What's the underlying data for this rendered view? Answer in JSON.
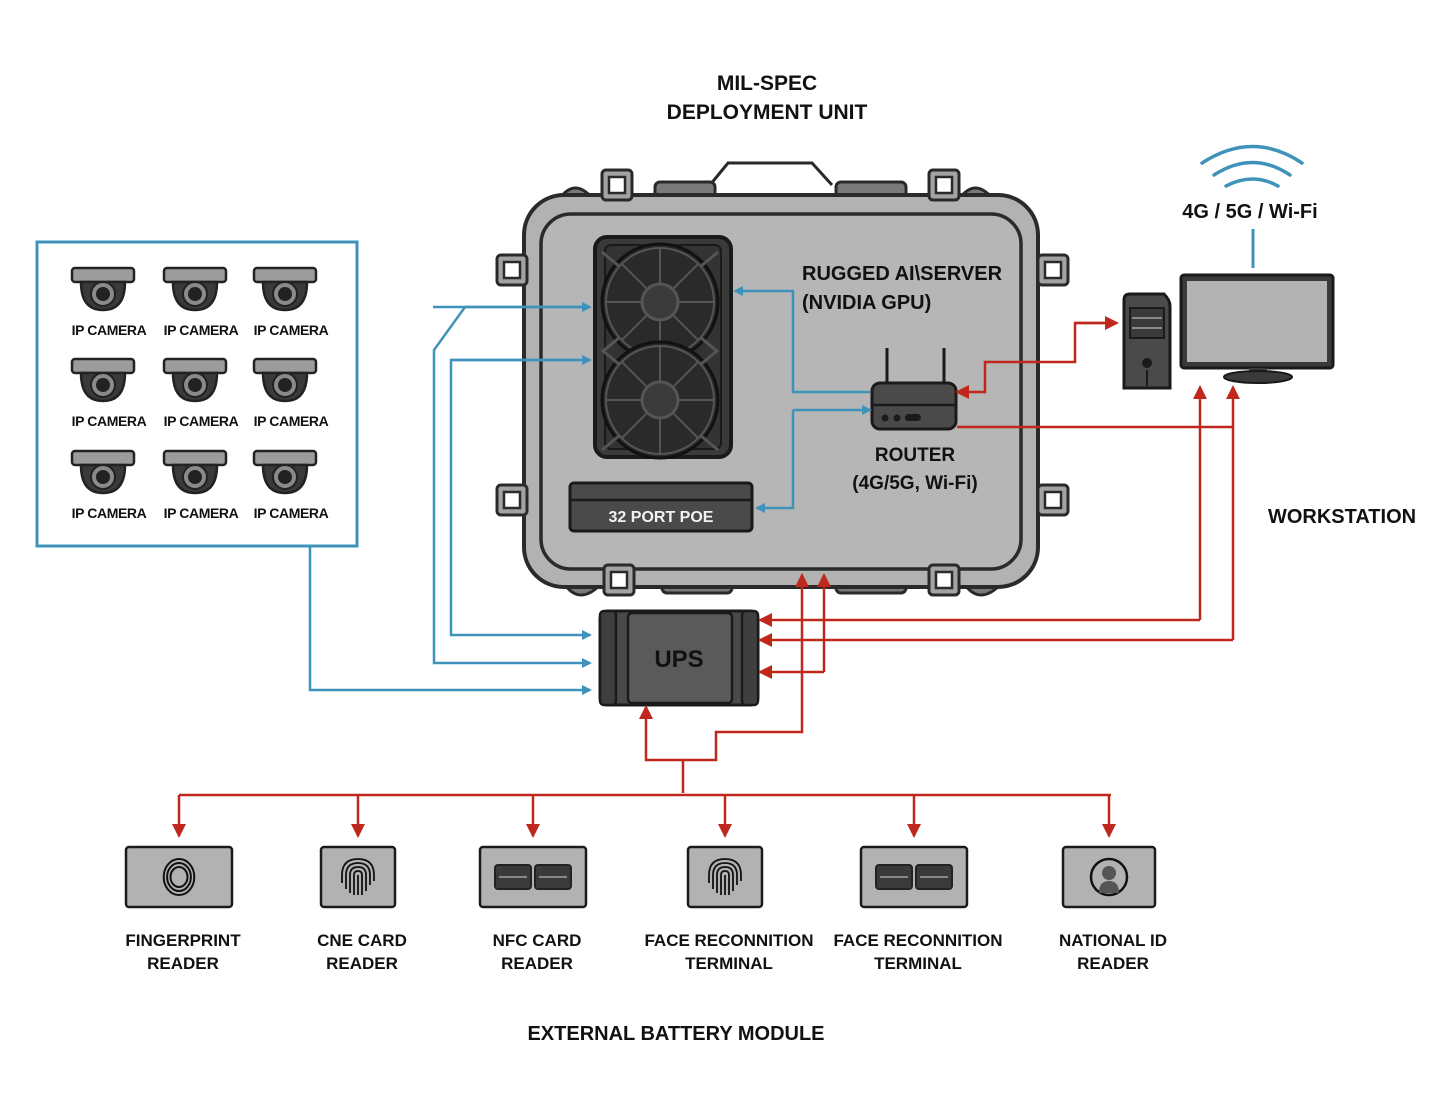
{
  "title": {
    "line1": "MIL-SPEC",
    "line2": "DEPLOYMENT UNIT"
  },
  "server": {
    "line1": "RUGGED AI\\SERVER",
    "line2": "(NVIDIA GPU)"
  },
  "router": {
    "line1": "ROUTER",
    "line2": "(4G/5G, Wi-Fi)"
  },
  "poe": {
    "label": "32 PORT POE"
  },
  "ups": {
    "label": "UPS"
  },
  "workstation": {
    "label": "WORKSTATION",
    "connectivity": "4G / 5G / Wi-Fi"
  },
  "cameras": {
    "items": [
      {
        "label": "IP CAMERA"
      },
      {
        "label": "IP CAMERA"
      },
      {
        "label": "IP CAMERA"
      },
      {
        "label": "IP CAMERA"
      },
      {
        "label": "IP CAMERA"
      },
      {
        "label": "IP CAMERA"
      },
      {
        "label": "IP CAMERA"
      },
      {
        "label": "IP CAMERA"
      },
      {
        "label": "IP CAMERA"
      }
    ]
  },
  "peripherals": {
    "items": [
      {
        "line1": "FINGERPRINT",
        "line2": "READER",
        "icon": "fingerprint-rings-icon"
      },
      {
        "line1": "CNE CARD",
        "line2": "READER",
        "icon": "fingerprint-icon"
      },
      {
        "line1": "NFC CARD",
        "line2": "READER",
        "icon": "card-slots-icon"
      },
      {
        "line1": "FACE RECONNITION",
        "line2": "TERMINAL",
        "icon": "fingerprint-icon"
      },
      {
        "line1": "FACE RECONNITION",
        "line2": "TERMINAL",
        "icon": "card-slots-icon"
      },
      {
        "line1": "NATIONAL ID",
        "line2": "READER",
        "icon": "person-portrait-icon"
      }
    ]
  },
  "battery": {
    "label": "EXTERNAL BATTERY MODULE"
  },
  "colors": {
    "data_link": "#3f93ba",
    "power_link": "#c0281e",
    "case": "#a9a9a9",
    "device_dark": "#4a4a4a"
  }
}
